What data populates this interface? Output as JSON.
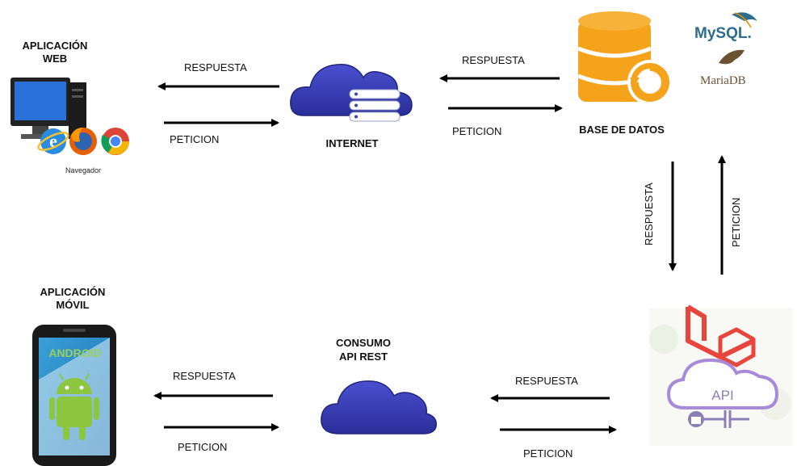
{
  "nodes": {
    "web_app": {
      "title_line1": "APLICACIÓN",
      "title_line2": "WEB",
      "browser_caption": "Navegador"
    },
    "internet": {
      "label": "INTERNET"
    },
    "database": {
      "label": "BASE DE DATOS",
      "logos": [
        "MySQL.",
        "MariaDB"
      ]
    },
    "mobile_app": {
      "title_line1": "APLICACIÓN",
      "title_line2": "MÓVIL",
      "screen_text": "ANDROID"
    },
    "api_rest": {
      "label_line1": "CONSUMO",
      "label_line2": "API REST"
    },
    "laravel_api": {
      "badge": "API"
    }
  },
  "arrows": {
    "web_internet_response": "RESPUESTA",
    "web_internet_request": "PETICION",
    "internet_db_response": "RESPUESTA",
    "internet_db_request": "PETICION",
    "db_api_response": "RESPUESTA",
    "db_api_request": "PETICION",
    "mobile_rest_response": "RESPUESTA",
    "mobile_rest_request": "PETICION",
    "rest_api_response": "RESPUESTA",
    "rest_api_request": "PETICION"
  },
  "colors": {
    "cloud": "#3b3fb8",
    "database": "#f5a31a",
    "laravel": "#e8453c",
    "api_cloud": "#a78bd8",
    "android_green": "#8dc63f"
  }
}
